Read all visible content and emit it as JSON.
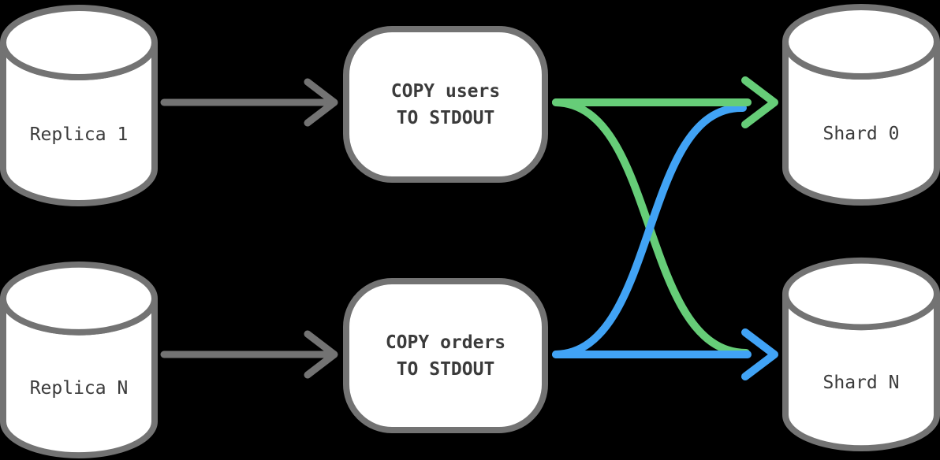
{
  "colors": {
    "background": "#000000",
    "node_stroke": "#737373",
    "node_fill": "#ffffff",
    "label_text": "#3b3b3b",
    "arrow_gray": "#737373",
    "arrow_green": "#66cd78",
    "arrow_blue": "#41a3f5"
  },
  "nodes": {
    "replica1": {
      "label": "Replica 1",
      "icon": "database-cylinder"
    },
    "replicaN": {
      "label": "Replica N",
      "icon": "database-cylinder"
    },
    "copy_users": {
      "line1": "COPY users",
      "line2": "TO STDOUT"
    },
    "copy_orders": {
      "line1": "COPY orders",
      "line2": "TO STDOUT"
    },
    "shard0": {
      "label": "Shard 0",
      "icon": "database-cylinder"
    },
    "shardN": {
      "label": "Shard N",
      "icon": "database-cylinder"
    }
  },
  "edges": [
    {
      "from": "Replica 1",
      "to": "COPY users TO STDOUT",
      "color": "#737373",
      "style": "straight"
    },
    {
      "from": "Replica N",
      "to": "COPY orders TO STDOUT",
      "color": "#737373",
      "style": "straight"
    },
    {
      "from": "COPY users TO STDOUT",
      "to": "Shard 0",
      "color": "#66cd78",
      "style": "straight"
    },
    {
      "from": "COPY users TO STDOUT",
      "to": "Shard N",
      "color": "#66cd78",
      "style": "curved-cross"
    },
    {
      "from": "COPY orders TO STDOUT",
      "to": "Shard N",
      "color": "#41a3f5",
      "style": "straight"
    },
    {
      "from": "COPY orders TO STDOUT",
      "to": "Shard 0",
      "color": "#41a3f5",
      "style": "curved-cross"
    }
  ]
}
